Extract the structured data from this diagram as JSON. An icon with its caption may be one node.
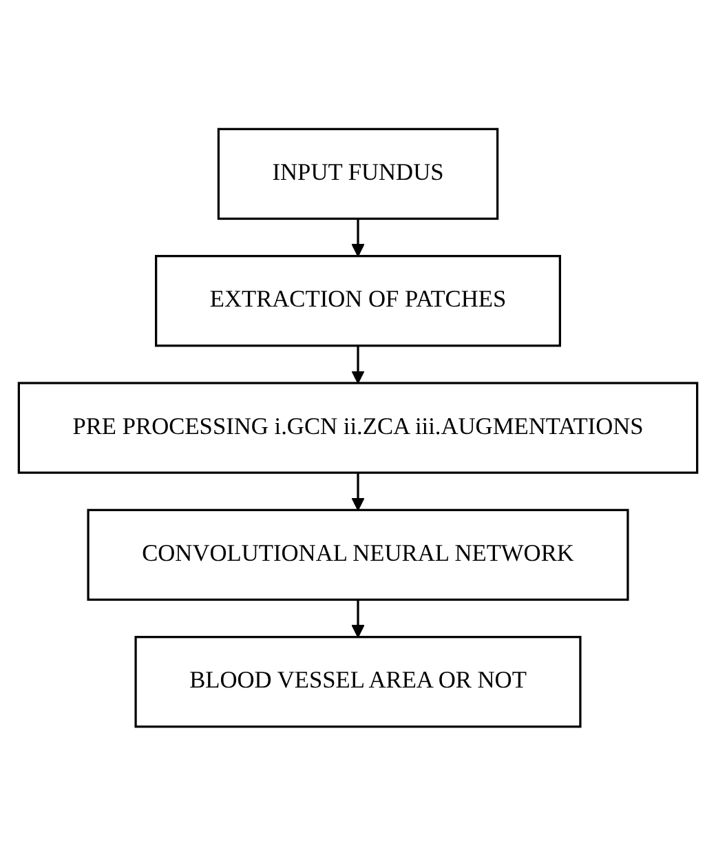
{
  "diagram": {
    "nodes": [
      {
        "text": [
          "INPUT FUNDUS"
        ]
      },
      {
        "text": [
          "EXTRACTION OF PATCHES"
        ]
      },
      {
        "text": [
          "PRE PROCESSING i.GCN ii.ZCA iii.AUGMENTATIONS"
        ]
      },
      {
        "text": [
          "CONVOLUTIONAL NEURAL NETWORK"
        ]
      },
      {
        "text": [
          "BLOOD VESSEL AREA OR NOT"
        ]
      }
    ],
    "edges": [
      {
        "from": 0,
        "to": 1,
        "arrow": "to"
      },
      {
        "from": 1,
        "to": 2,
        "arrow": "to"
      },
      {
        "from": 2,
        "to": 3,
        "arrow": "to"
      },
      {
        "from": 3,
        "to": 4,
        "arrow": "to"
      }
    ]
  }
}
